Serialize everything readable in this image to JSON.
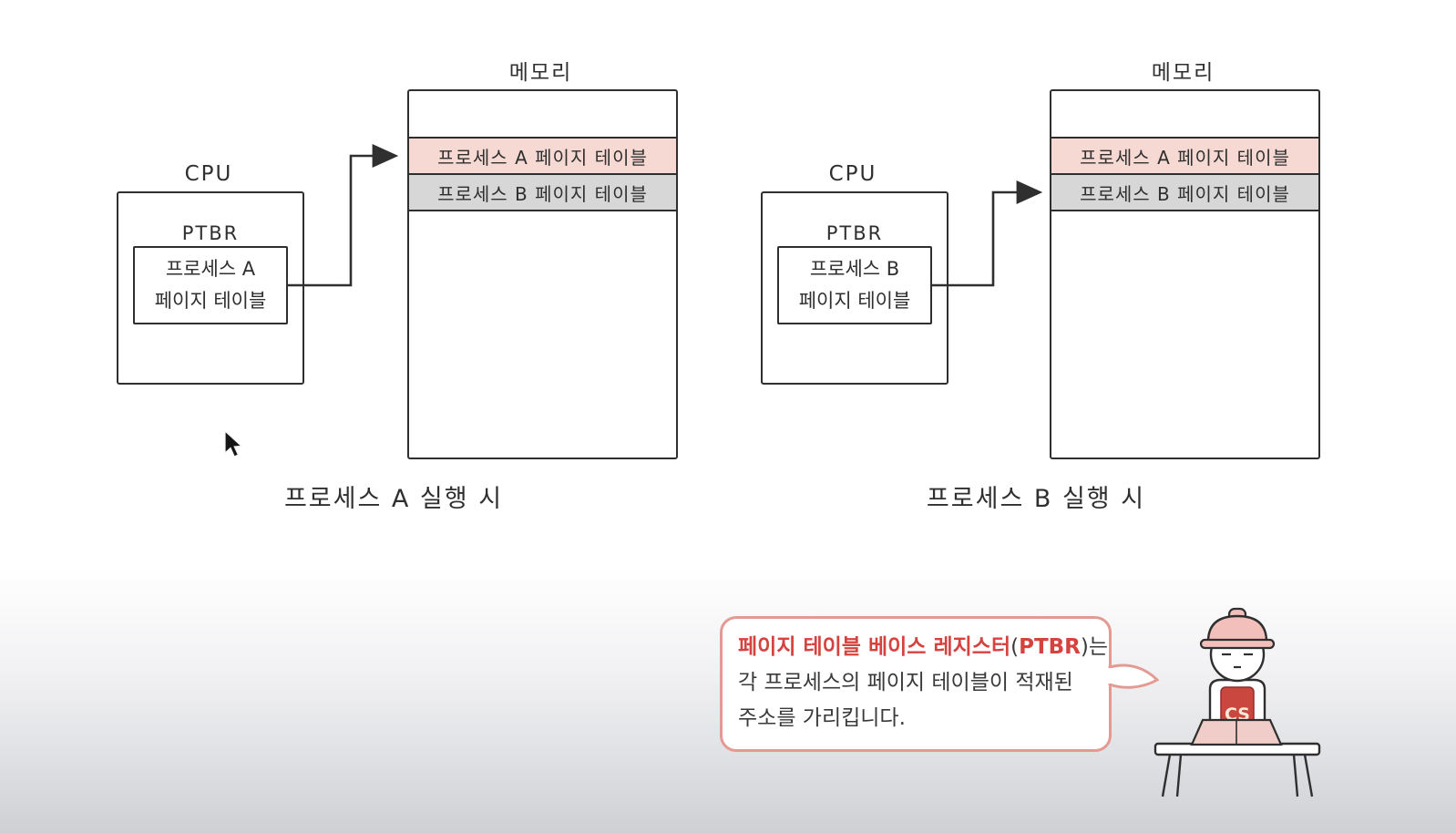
{
  "colors": {
    "accent_red": "#d6433f",
    "row_a_background": "#f6d9d3",
    "row_b_background": "#d7d7d7",
    "outline": "#2f2f2f",
    "bubble_border": "#e49a92"
  },
  "left": {
    "memory_title": "메모리",
    "rows": [
      "프로세스 A 페이지 테이블",
      "프로세스 B 페이지 테이블"
    ],
    "cpu_title": "CPU",
    "ptbr_label": "PTBR",
    "ptbr_line1": "프로세스 A",
    "ptbr_line2": "페이지 테이블",
    "caption": "프로세스 A 실행 시"
  },
  "right": {
    "memory_title": "메모리",
    "rows": [
      "프로세스 A 페이지 테이블",
      "프로세스 B 페이지 테이블"
    ],
    "cpu_title": "CPU",
    "ptbr_label": "PTBR",
    "ptbr_line1": "프로세스 B",
    "ptbr_line2": "페이지 테이블",
    "caption": "프로세스 B 실행 시"
  },
  "callout": {
    "highlight": "페이지 테이블 베이스 레지스터",
    "open_paren": "(",
    "acronym": "PTBR",
    "close_paren": ")는",
    "line2": "각  프로세스의  페이지  테이블이  적재된",
    "line3": "주소를 가리킵니다."
  },
  "character": {
    "badge": "CS"
  }
}
